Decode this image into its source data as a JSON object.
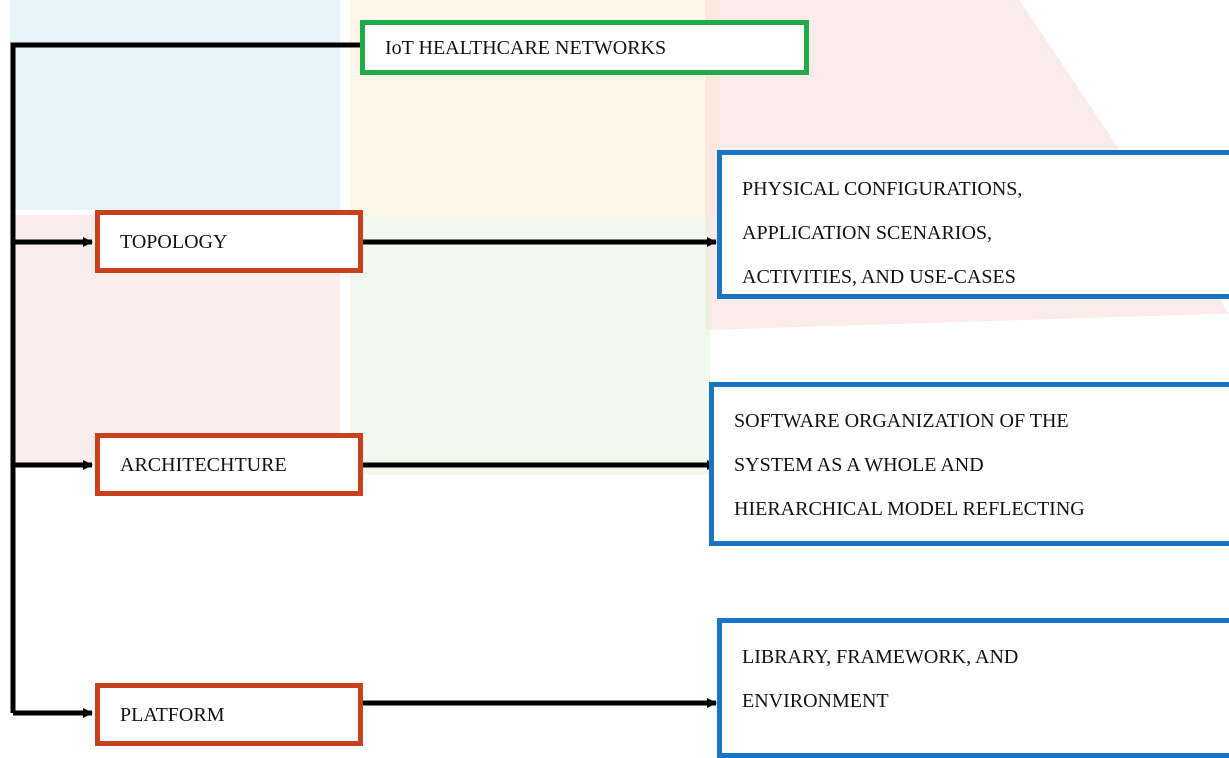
{
  "title": "IoT HEALTHCARE NETWORKS",
  "categories": [
    {
      "label": "TOPOLOGY",
      "description": [
        "PHYSICAL CONFIGURATIONS,",
        "APPLICATION SCENARIOS,",
        "ACTIVITIES, AND USE-CASES"
      ]
    },
    {
      "label": "ARCHITECHTURE",
      "description": [
        "SOFTWARE ORGANIZATION OF THE",
        "SYSTEM AS A WHOLE AND",
        "HIERARCHICAL MODEL REFLECTING"
      ]
    },
    {
      "label": "PLATFORM",
      "description": [
        "LIBRARY, FRAMEWORK, AND",
        "ENVIRONMENT"
      ]
    }
  ],
  "colors": {
    "title_border": "#22aa4a",
    "category_border": "#c8401c",
    "description_border": "#1a74c6",
    "connector": "#000000"
  }
}
